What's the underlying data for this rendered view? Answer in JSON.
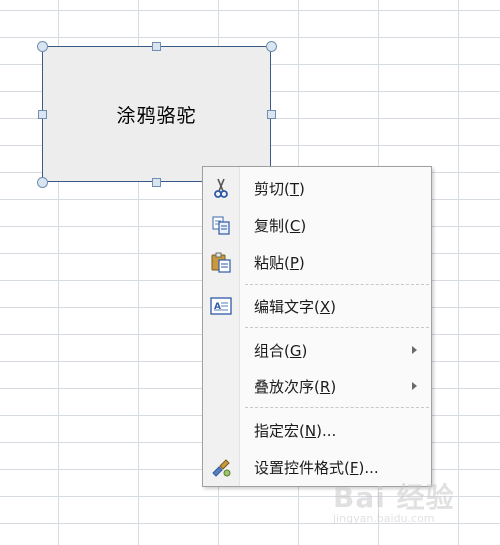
{
  "shape": {
    "text": "涂鸦骆驼"
  },
  "context_menu": {
    "items": [
      {
        "label": "剪切",
        "accel": "T",
        "icon": "scissors-icon"
      },
      {
        "label": "复制",
        "accel": "C",
        "icon": "copy-icon"
      },
      {
        "label": "粘贴",
        "accel": "P",
        "icon": "paste-icon"
      },
      {
        "label": "编辑文字",
        "accel": "X",
        "icon": "edit-text-icon"
      },
      {
        "label": "组合",
        "accel": "G",
        "submenu": true
      },
      {
        "label": "叠放次序",
        "accel": "R",
        "submenu": true
      },
      {
        "label": "指定宏",
        "accel": "N",
        "suffix": "..."
      },
      {
        "label": "设置控件格式",
        "accel": "F",
        "suffix": "...",
        "icon": "format-control-icon"
      }
    ]
  },
  "watermark": {
    "text": "Bai 经验",
    "sub": "jingyan.baidu.com"
  },
  "colors": {
    "grid": "#d6dbe2",
    "shape_fill": "#ededed",
    "shape_border": "#3b5a87",
    "menu_bg": "#fafafa",
    "menu_gutter": "#f1f1f1"
  }
}
